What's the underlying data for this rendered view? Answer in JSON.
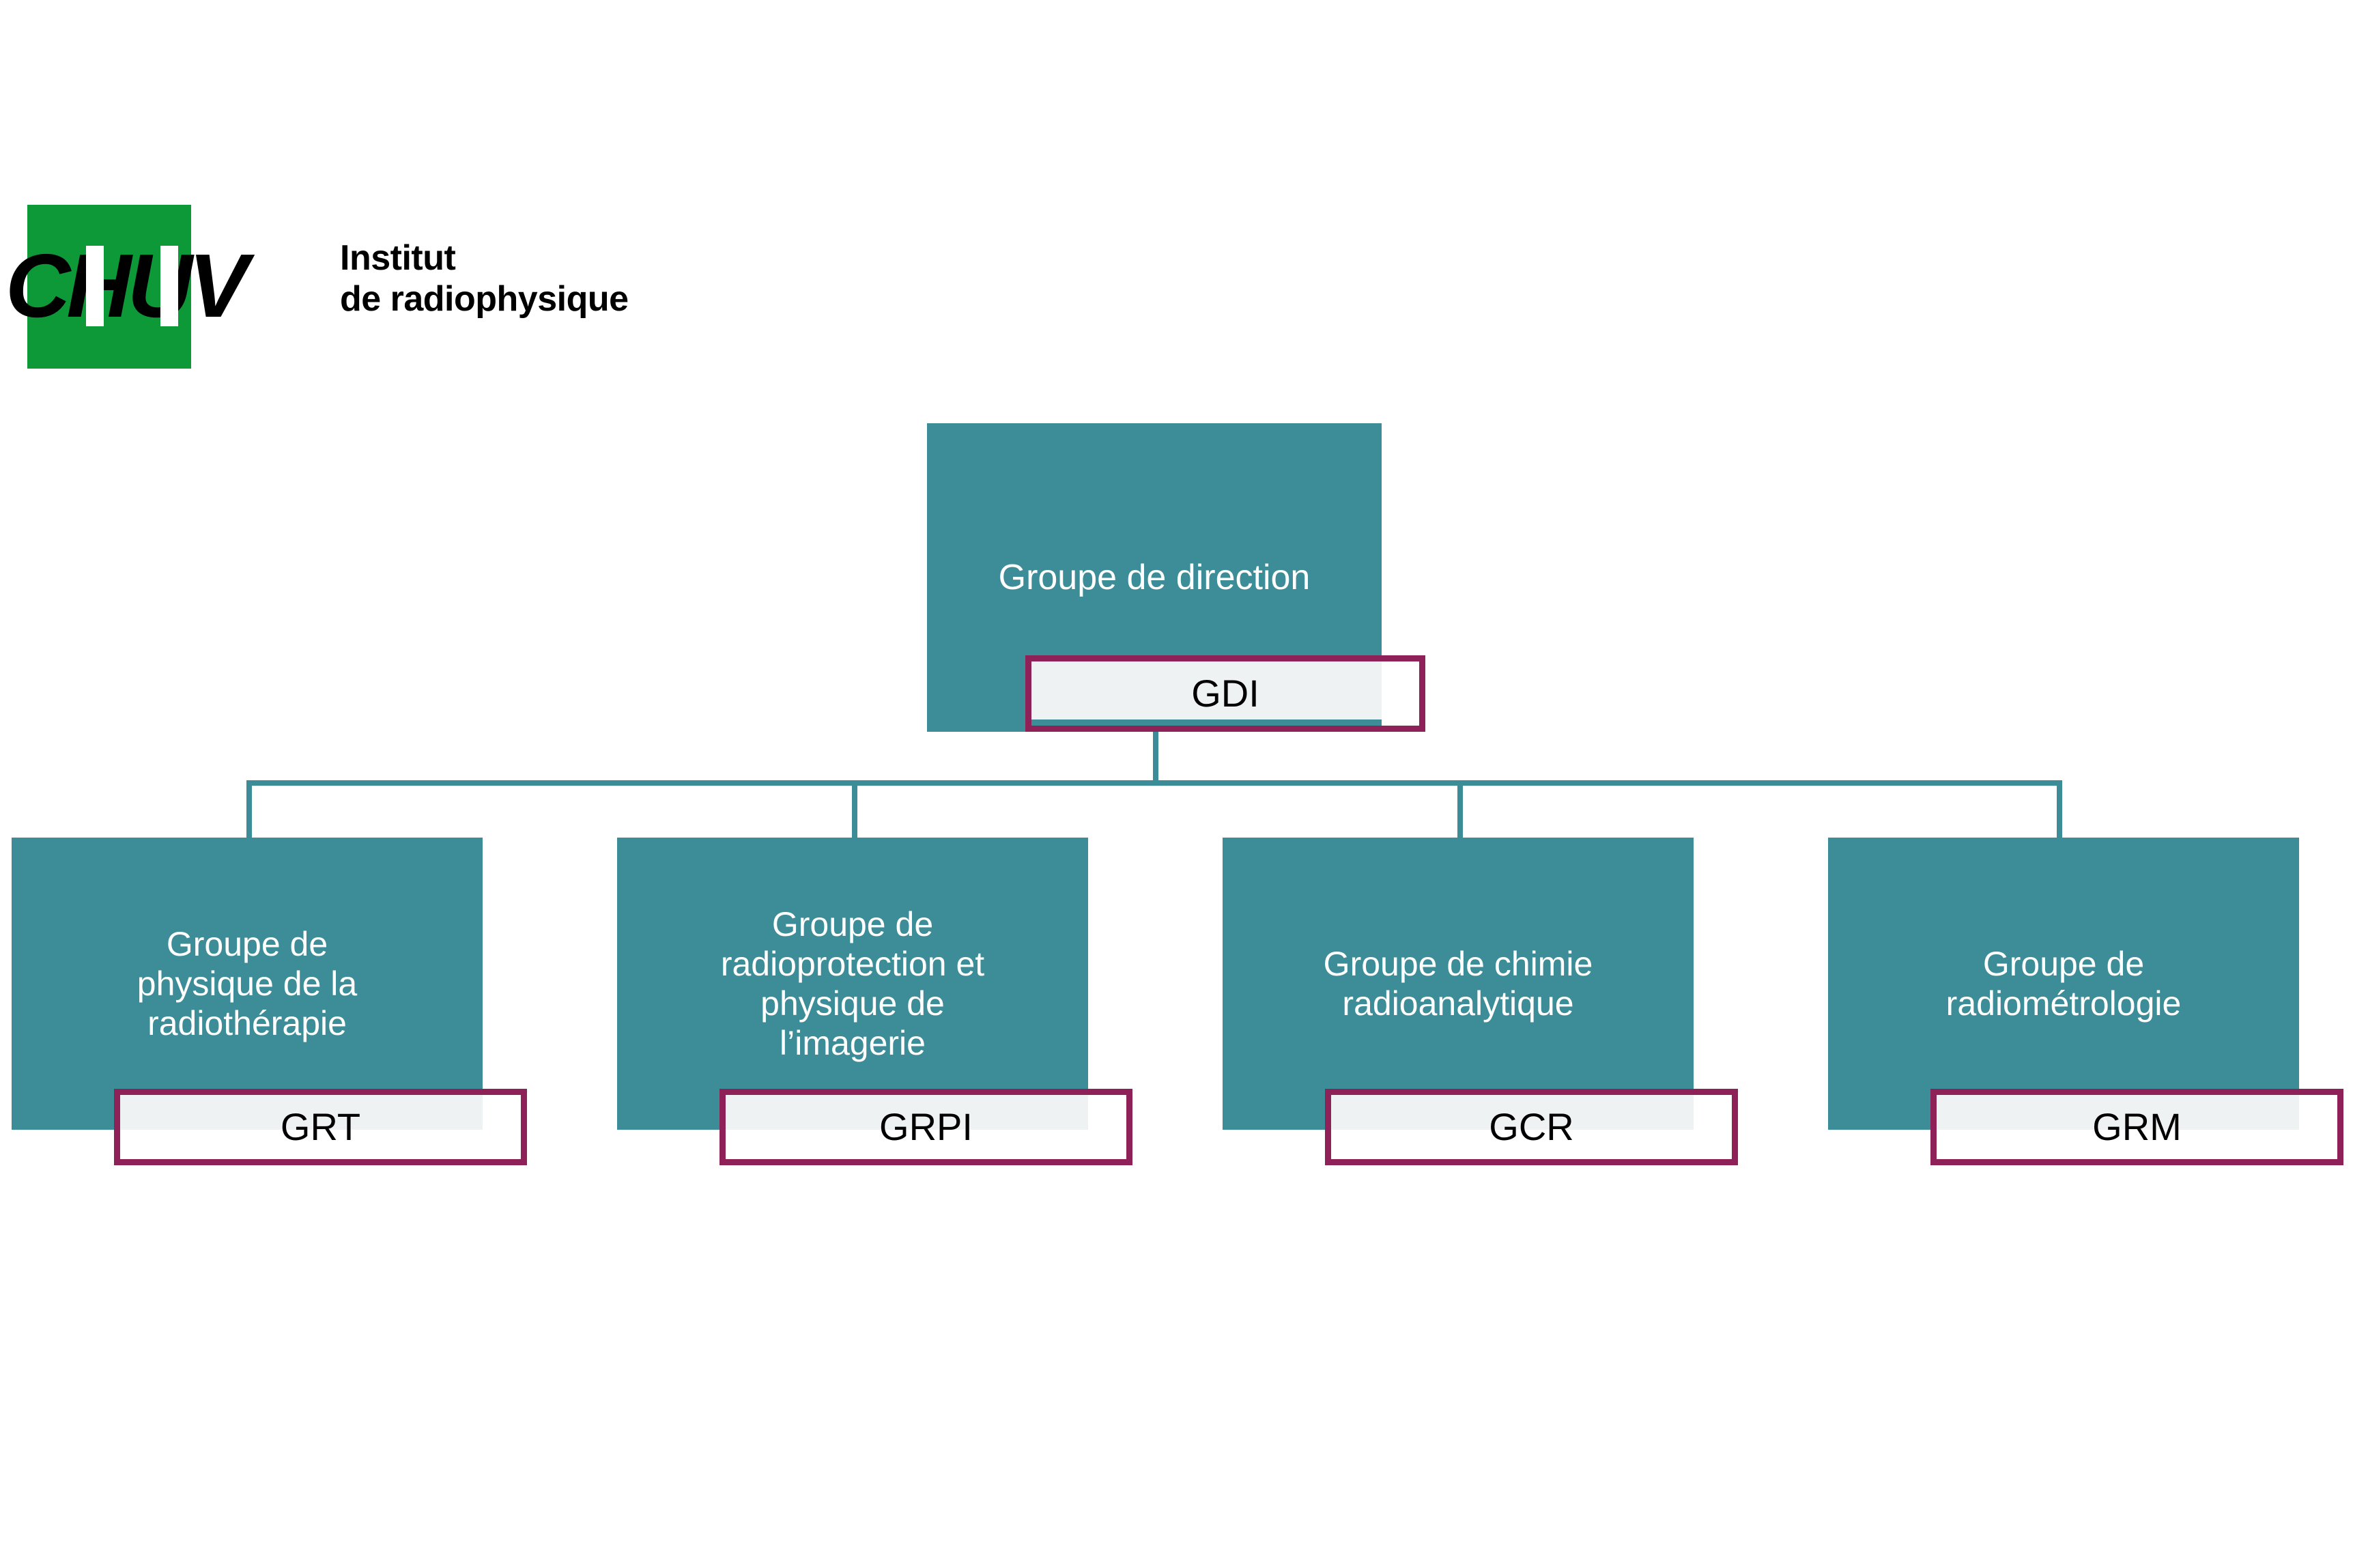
{
  "logo": {
    "mark_letters": "CHUV",
    "title_line1": "Institut",
    "title_line2": "de radiophysique",
    "green_hex": "#0e9939",
    "black_hex": "#000000"
  },
  "colors": {
    "node_teal": "#3d8d99",
    "chip_border_magenta": "#8f2159",
    "chip_fill": "#eef2f3",
    "node_text": "#ffffff",
    "chip_text": "#000000",
    "background": "#ffffff"
  },
  "chart_data": {
    "type": "diagram",
    "diagram_kind": "org-chart",
    "title": "",
    "root": {
      "id": "GDI",
      "title": "Groupe de direction",
      "code": "GDI"
    },
    "children": [
      {
        "id": "GRT",
        "title": "Groupe de\nphysique de la\nradiothérapie",
        "code": "GRT"
      },
      {
        "id": "GRPI",
        "title": "Groupe de\nradioprotection et\nphysique de\nl’imagerie",
        "code": "GRPI"
      },
      {
        "id": "GCR",
        "title": "Groupe de chimie\nradioanalytique",
        "code": "GCR"
      },
      {
        "id": "GRM",
        "title": "Groupe de\nradiométrologie",
        "code": "GRM"
      }
    ],
    "edges": [
      {
        "from": "GDI",
        "to": "GRT"
      },
      {
        "from": "GDI",
        "to": "GRPI"
      },
      {
        "from": "GDI",
        "to": "GCR"
      },
      {
        "from": "GDI",
        "to": "GRM"
      }
    ]
  }
}
